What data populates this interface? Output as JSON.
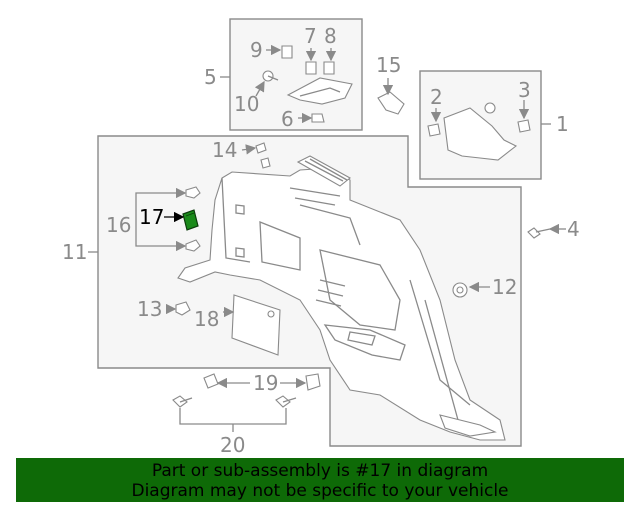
{
  "callouts": {
    "c1": "1",
    "c2": "2",
    "c3": "3",
    "c4": "4",
    "c5": "5",
    "c6": "6",
    "c7": "7",
    "c8": "8",
    "c9": "9",
    "c10": "10",
    "c11": "11",
    "c12": "12",
    "c13": "13",
    "c14": "14",
    "c15": "15",
    "c16": "16",
    "c17": "17",
    "c18": "18",
    "c19": "19",
    "c20": "20"
  },
  "highlight": {
    "callout": "17",
    "color": "#1a8a1a"
  },
  "banner": {
    "line1": "Part or sub-assembly is #17 in diagram",
    "line2": "Diagram may not be specific to your vehicle",
    "color": "#0e6a07"
  }
}
